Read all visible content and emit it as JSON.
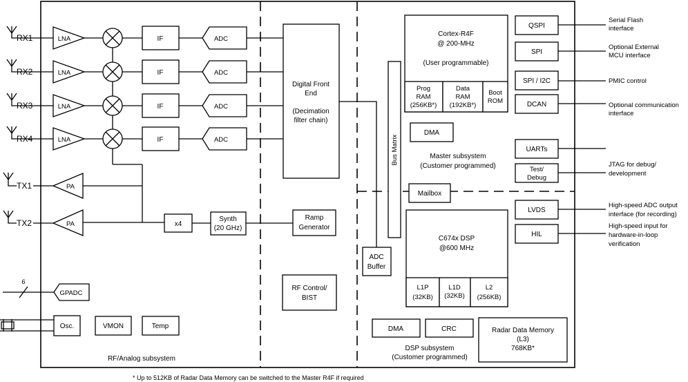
{
  "rx_labels": [
    "RX1",
    "RX2",
    "RX3",
    "RX4"
  ],
  "tx_labels": [
    "TX1",
    "TX2"
  ],
  "blocks": {
    "lna": "LNA",
    "if": "IF",
    "adc": "ADC",
    "pa": "PA",
    "x4": "x4",
    "synth": [
      "Synth",
      "(20 GHz)"
    ],
    "ramp": [
      "Ramp",
      "Generator"
    ],
    "dfe": [
      "Digital Front",
      "End",
      "",
      "(Decimation",
      "filter chain)"
    ],
    "rf_control": [
      "RF Control/",
      "BIST"
    ],
    "adc_buffer": [
      "ADC",
      "Buffer"
    ],
    "gpadc": "GPADC",
    "gpadc_bus": "6",
    "osc": "Osc.",
    "vmon": "VMON",
    "temp": "Temp",
    "cortex": [
      "Cortex-R4F",
      "@ 200-MHz",
      "",
      "(User programmable)"
    ],
    "prog_ram": [
      "Prog",
      "RAM",
      "(256KB*)"
    ],
    "data_ram": [
      "Data",
      "RAM",
      "(192KB*)"
    ],
    "boot_rom": [
      "Boot",
      "ROM"
    ],
    "bus_matrix": "Bus Matrix",
    "dma_master": "DMA",
    "mailbox": "Mailbox",
    "dsp": [
      "C674x DSP",
      "@600 MHz"
    ],
    "l1p": [
      "L1P",
      "(32KB)"
    ],
    "l1d": [
      "L1D",
      "(32KB)"
    ],
    "l2": [
      "L2",
      "(256KB)"
    ],
    "dma_dsp": "DMA",
    "crc": "CRC",
    "radar_mem": [
      "Radar Data Memory",
      "(L3)",
      "768KB*"
    ],
    "qspi": "QSPI",
    "spi": "SPI",
    "spi_i2c": "SPI / I2C",
    "dcan": "DCAN",
    "uarts": "UARTs",
    "test_debug": [
      "Test/",
      "Debug"
    ],
    "lvds": "LVDS",
    "hil": "HIL"
  },
  "subsystems": {
    "rf_analog": "RF/Analog subsystem",
    "master": [
      "Master subsystem",
      "(Customer programmed)"
    ],
    "dsp": [
      "DSP subsystem",
      "(Customer programmed)"
    ]
  },
  "interfaces": {
    "qspi": [
      "Serial Flash",
      "interface"
    ],
    "spi": [
      "Optional External",
      "MCU interface"
    ],
    "spi_i2c": [
      "PMIC control"
    ],
    "dcan": [
      "Optional communication",
      "interface"
    ],
    "jtag": [
      "JTAG for debug/",
      "development"
    ],
    "lvds": [
      "High-speed ADC output",
      "interface (for recording)"
    ],
    "hil": [
      "High-speed input for",
      "hardware-in-loop",
      "verification"
    ]
  },
  "footnote": "* Up to 512KB of Radar Data Memory can be switched to the Master R4F if required"
}
